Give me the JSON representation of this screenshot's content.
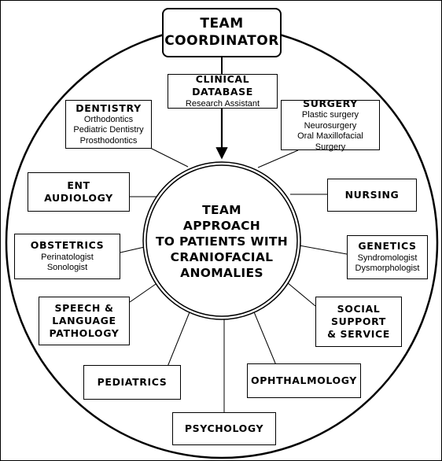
{
  "coordinator": {
    "title": "TEAM\nCOORDINATOR"
  },
  "clinical_database": {
    "title": "CLINICAL DATABASE",
    "sub": [
      "Research Assistant"
    ]
  },
  "center": {
    "lines": [
      "TEAM",
      "APPROACH",
      "TO PATIENTS WITH",
      "CRANIOFACIAL",
      "ANOMALIES"
    ]
  },
  "specialties": {
    "dentistry": {
      "title": "DENTISTRY",
      "sub": [
        "Orthodontics",
        "Pediatric Dentistry",
        "Prosthodontics"
      ]
    },
    "surgery": {
      "title": "SURGERY",
      "sub": [
        "Plastic surgery",
        "Neurosurgery",
        "Oral Maxillofacial Surgery"
      ]
    },
    "ent": {
      "title": "ENT\nAUDIOLOGY",
      "sub": []
    },
    "nursing": {
      "title": "NURSING",
      "sub": []
    },
    "obstetrics": {
      "title": "OBSTETRICS",
      "sub": [
        "Perinatologist",
        "Sonologist"
      ]
    },
    "genetics": {
      "title": "GENETICS",
      "sub": [
        "Syndromologist",
        "Dysmorphologist"
      ]
    },
    "speech": {
      "title": "SPEECH &\nLANGUAGE\nPATHOLOGY",
      "sub": []
    },
    "social": {
      "title": "SOCIAL\nSUPPORT\n& SERVICE",
      "sub": []
    },
    "pediatrics": {
      "title": "PEDIATRICS",
      "sub": []
    },
    "ophthalmology": {
      "title": "OPHTHALMOLOGY",
      "sub": []
    },
    "psychology": {
      "title": "PSYCHOLOGY",
      "sub": []
    }
  }
}
